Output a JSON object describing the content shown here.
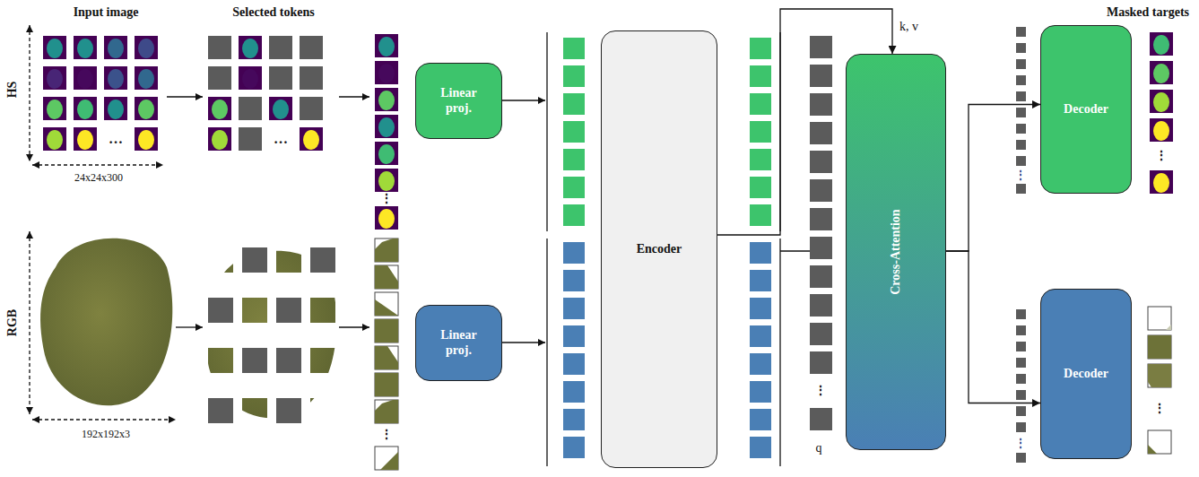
{
  "diagram": {
    "nodes": [
      {
        "text": [
          "Linear proj."
        ]
      },
      {
        "text": [
          "Linear proj."
        ]
      },
      {
        "text": [
          "Encoder"
        ]
      },
      {
        "text": [
          "Cross-Attention"
        ]
      },
      {
        "text": [
          "Decoder"
        ]
      },
      {
        "text": [
          "Decoder"
        ]
      }
    ],
    "edges": [
      {
        "from": 2,
        "to": 3,
        "label": "k, v",
        "arrow": "to"
      },
      {
        "from": 3,
        "to": 4,
        "arrow": "to"
      },
      {
        "from": 3,
        "to": 5,
        "arrow": "to"
      }
    ],
    "labels": [
      "Input image",
      "Selected tokens",
      "Masked targets",
      "HS",
      "RGB",
      "24x24x300",
      "192x192x3",
      "…",
      "…",
      "⋮",
      "⋮",
      "⋮",
      "q",
      "⋮",
      "⋮",
      "⋮",
      "⋮"
    ]
  }
}
